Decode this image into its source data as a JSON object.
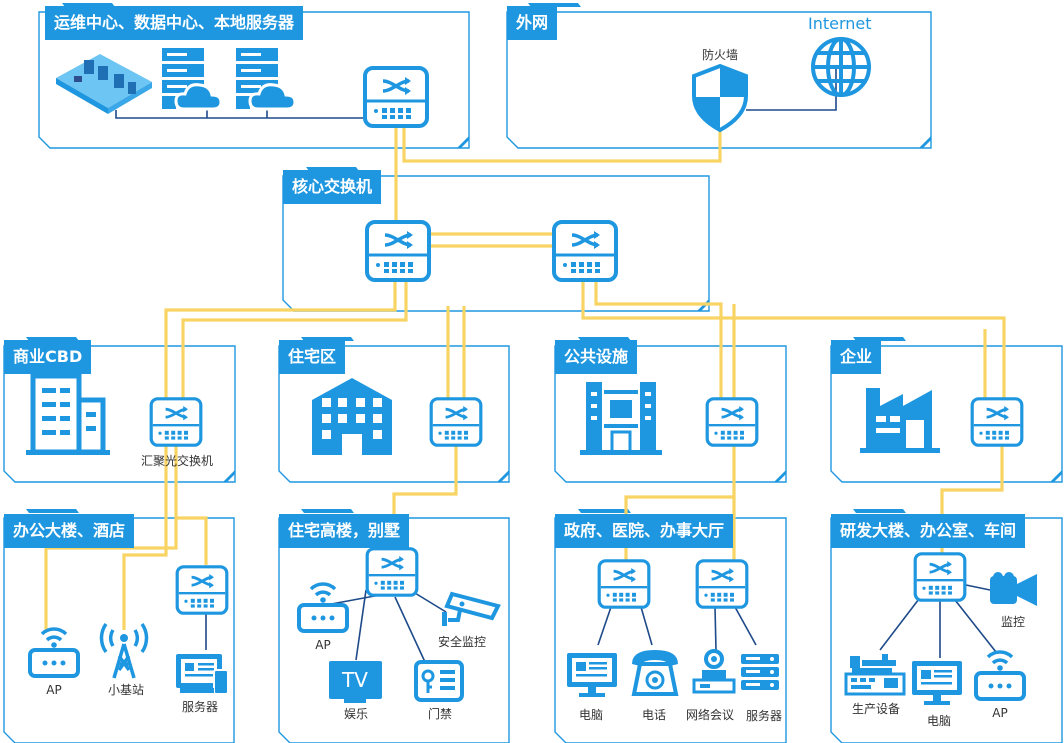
{
  "colors": {
    "accent": "#1f97e0",
    "link": "#f7d463",
    "text": "#333333"
  },
  "zones": {
    "datacenter": {
      "title": "运维中心、数据中心、本地服务器"
    },
    "internet": {
      "title": "外网",
      "internet_label": "Internet",
      "firewall_label": "防火墙"
    },
    "core": {
      "title": "核心交换机"
    },
    "cbd": {
      "title": "商业CBD",
      "switch_label": "汇聚光交换机"
    },
    "residential": {
      "title": "住宅区"
    },
    "public": {
      "title": "公共设施"
    },
    "enterprise": {
      "title": "企业"
    },
    "office": {
      "title": "办公大楼、酒店",
      "ap": "AP",
      "small_cell": "小基站",
      "server": "服务器"
    },
    "homes": {
      "title": "住宅高楼，别墅",
      "ap": "AP",
      "tv_text": "TV",
      "tv": "娱乐",
      "camera": "安全监控",
      "access": "门禁"
    },
    "gov": {
      "title": "政府、医院、办事大厅",
      "pc": "电脑",
      "phone": "电话",
      "meeting": "网络会议",
      "server": "服务器"
    },
    "rnd": {
      "title": "研发大楼、办公室、车间",
      "monitor": "监控",
      "production": "生产设备",
      "pc": "电脑",
      "ap": "AP"
    }
  }
}
